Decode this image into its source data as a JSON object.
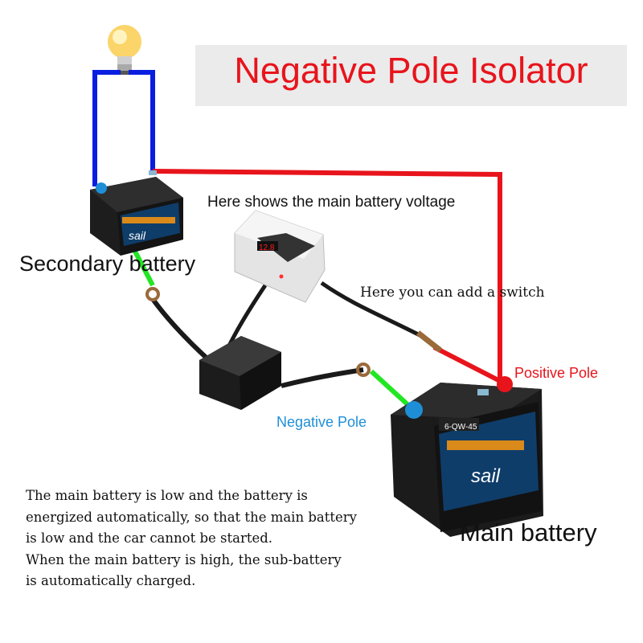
{
  "title": "Negative Pole Isolator",
  "labels": {
    "voltage_note": "Here shows the main battery voltage",
    "switch_note": "Here you can add a switch",
    "secondary_battery": "Secondary battery",
    "main_battery": "Main battery",
    "positive_pole": "Positive Pole",
    "negative_pole": "Negative Pole"
  },
  "battery": {
    "brand": "sail",
    "model": "6-QW-45",
    "display_reading": "12.8"
  },
  "description": [
    "The main battery is low and the battery is",
    "energized automatically, so that the main battery",
    "is low and the car cannot be started.",
    "When the main battery is high, the sub-battery",
    "is automatically charged."
  ],
  "colors": {
    "positive_wire": "#e8141c",
    "negative_wire": "#22e622",
    "load_wire": "#0a1ee0",
    "negative_terminal": "#1e8fd6",
    "title": "#e8141c"
  }
}
